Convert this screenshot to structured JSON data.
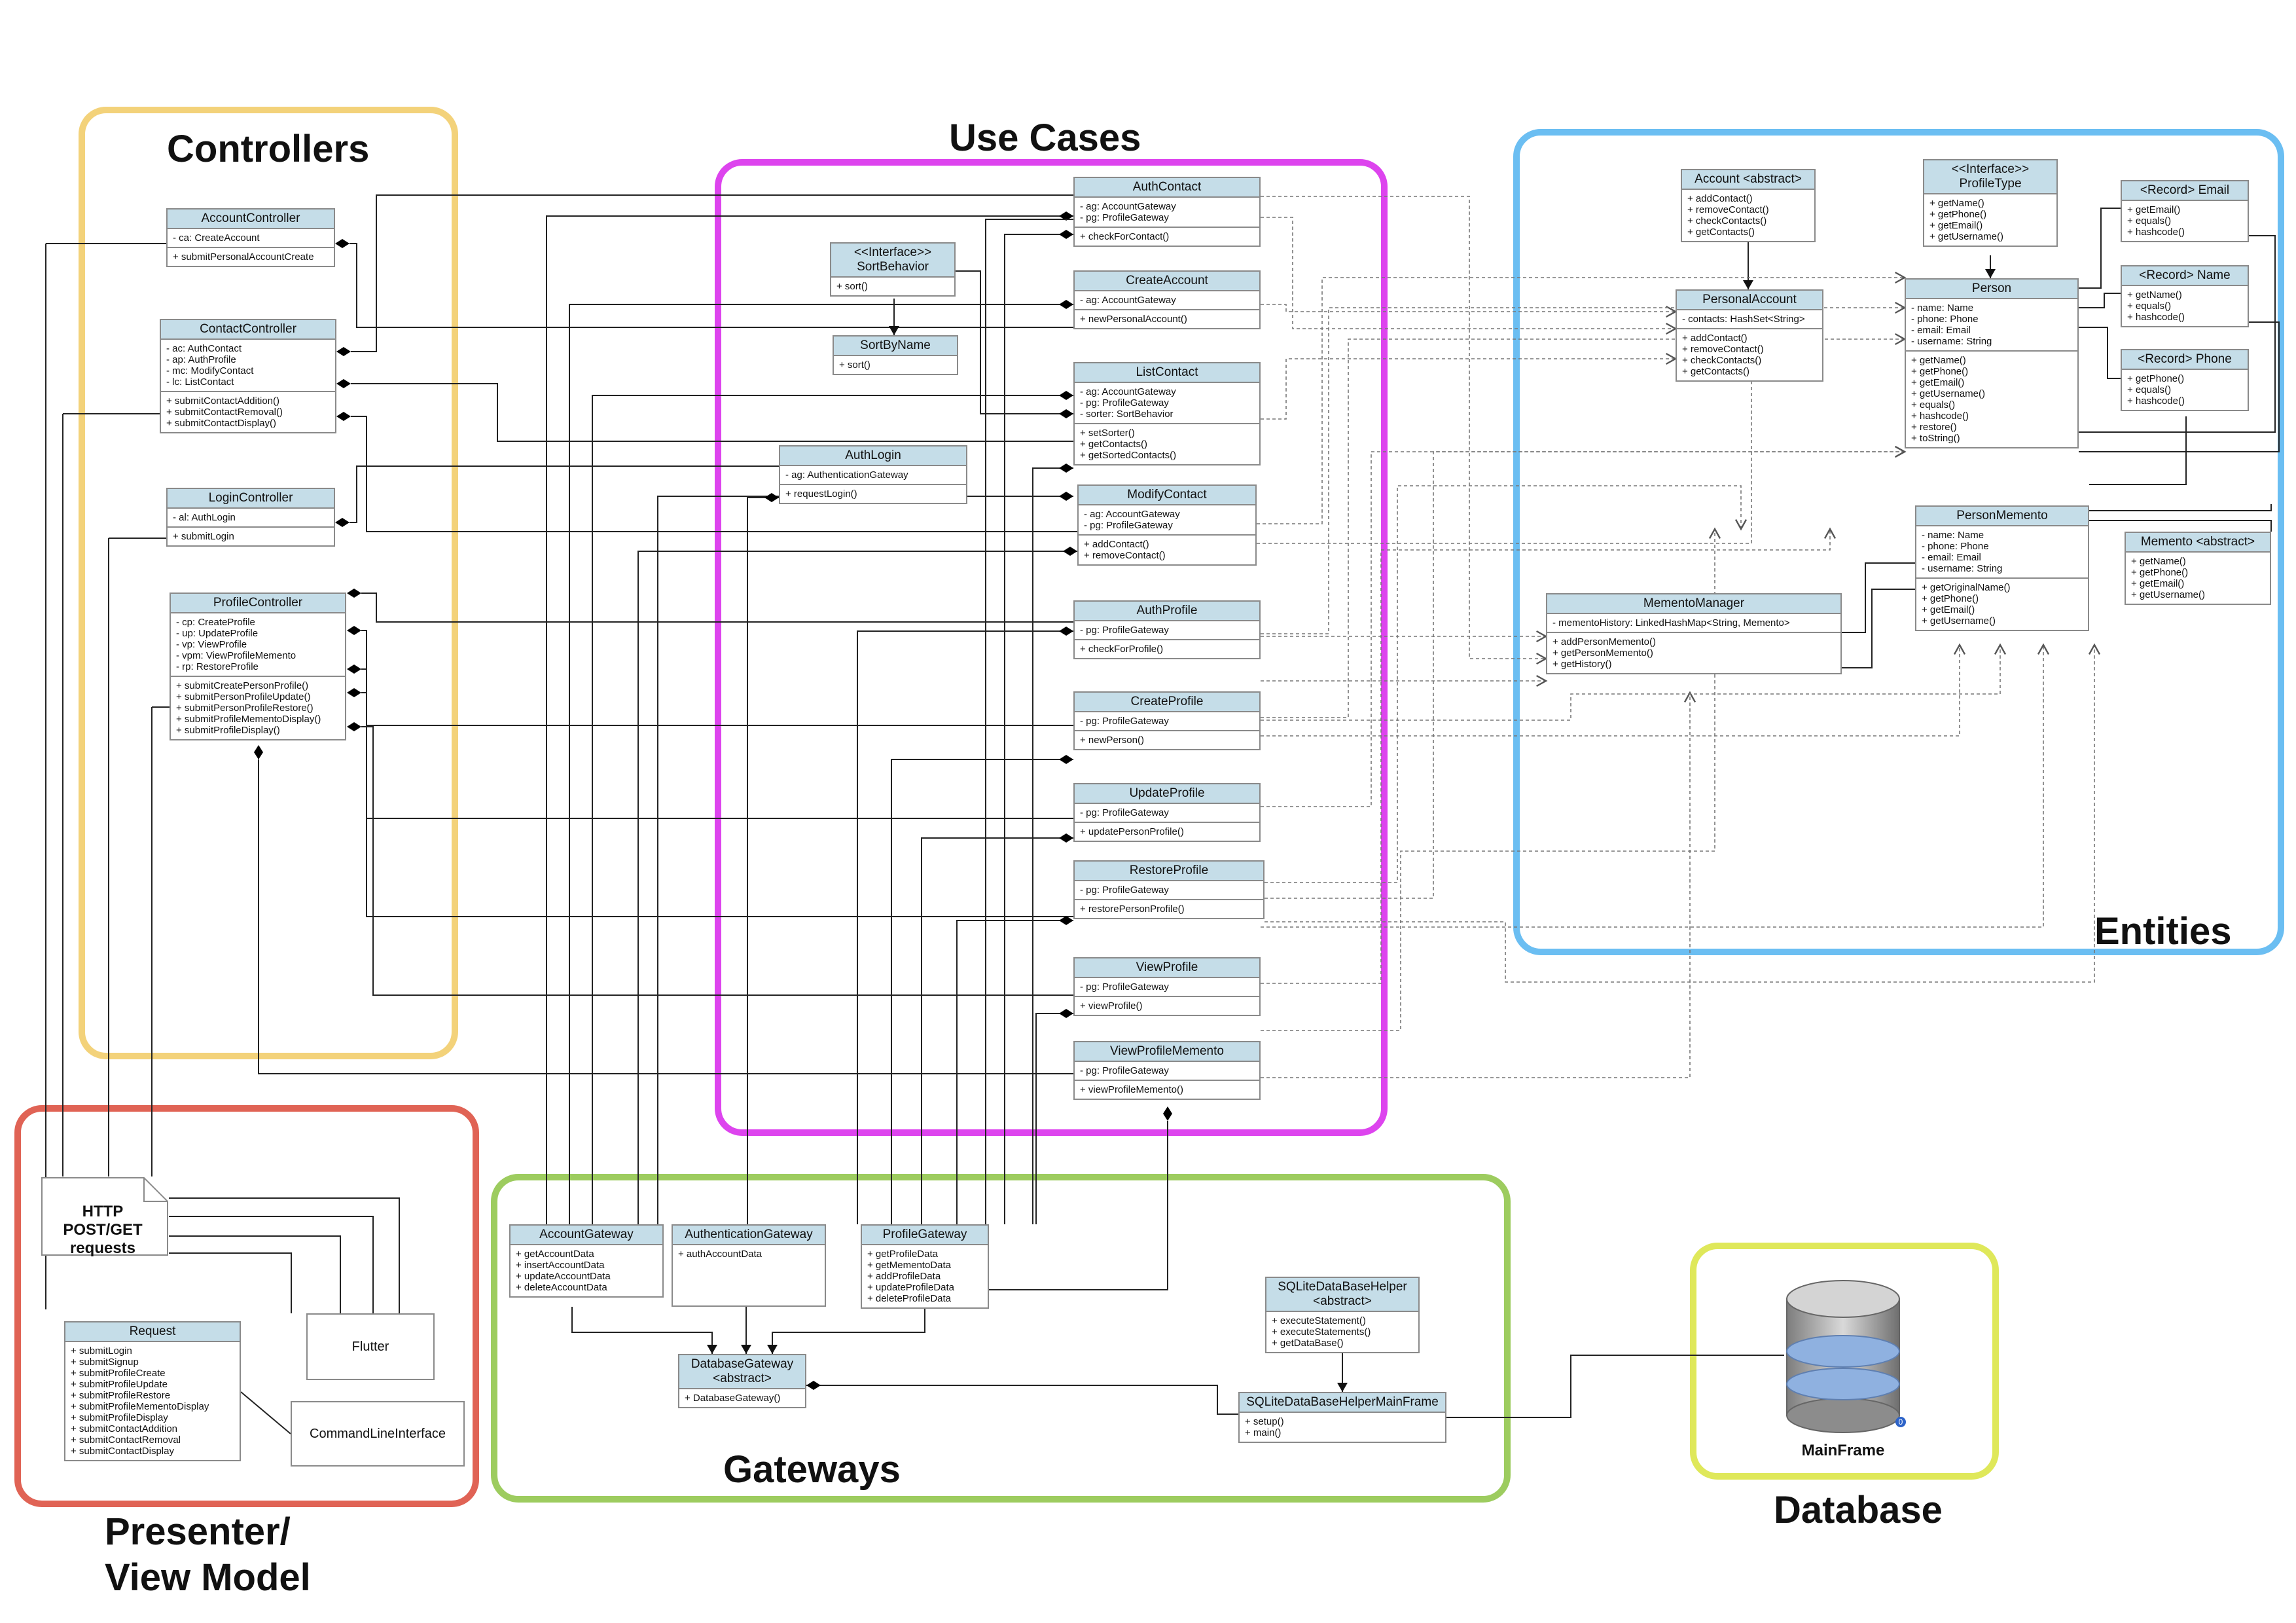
{
  "regions": {
    "controllers": {
      "title": "Controllers",
      "color": "#f3d27a"
    },
    "use_cases": {
      "title": "Use Cases",
      "color": "#dd44ee"
    },
    "entities": {
      "title": "Entities",
      "color": "#6bbef2"
    },
    "presenter": {
      "title_line1": "Presenter/",
      "title_line2": "View Model",
      "color": "#e06355"
    },
    "gateways": {
      "title": "Gateways",
      "color": "#9dcc5f"
    },
    "database": {
      "title": "Database",
      "color": "#dfe85a"
    }
  },
  "colors": {
    "class_header": "#c5dde8",
    "class_border": "#8a8a8a",
    "wire": "#222222",
    "db_band": "#8fb1e0"
  },
  "controllers": {
    "account": {
      "name": "AccountController",
      "attrs": [
        "- ca: CreateAccount"
      ],
      "methods": [
        "+ submitPersonalAccountCreate"
      ]
    },
    "contact": {
      "name": "ContactController",
      "attrs": [
        "- ac: AuthContact",
        "- ap: AuthProfile",
        "- mc: ModifyContact",
        "- lc: ListContact"
      ],
      "methods": [
        "+ submitContactAddition()",
        "+ submitContactRemoval()",
        "+ submitContactDisplay()"
      ]
    },
    "login": {
      "name": "LoginController",
      "attrs": [
        "- al: AuthLogin"
      ],
      "methods": [
        "+ submitLogin"
      ]
    },
    "profile": {
      "name": "ProfileController",
      "attrs": [
        "- cp: CreateProfile",
        "- up: UpdateProfile",
        "- vp: ViewProfile",
        "- vpm: ViewProfileMemento",
        "- rp: RestoreProfile"
      ],
      "methods": [
        "+ submitCreatePersonProfile()",
        "+ submitPersonProfileUpdate()",
        "+ submitPersonProfileRestore()",
        "+ submitProfileMementoDisplay()",
        "+ submitProfileDisplay()"
      ]
    }
  },
  "usecases": {
    "sortbehavior": {
      "stereo": "<<Interface>>",
      "name": "SortBehavior",
      "methods": [
        "+ sort()"
      ]
    },
    "sortbyname": {
      "name": "SortByName",
      "methods": [
        "+ sort()"
      ]
    },
    "authlogin": {
      "name": "AuthLogin",
      "attrs": [
        "- ag: AuthenticationGateway"
      ],
      "methods": [
        "+ requestLogin()"
      ]
    },
    "authcontact": {
      "name": "AuthContact",
      "attrs": [
        "- ag: AccountGateway",
        "- pg: ProfileGateway"
      ],
      "methods": [
        "+ checkForContact()"
      ]
    },
    "createaccount": {
      "name": "CreateAccount",
      "attrs": [
        "- ag: AccountGateway"
      ],
      "methods": [
        "+ newPersonalAccount()"
      ]
    },
    "listcontact": {
      "name": "ListContact",
      "attrs": [
        "- ag: AccountGateway",
        "- pg: ProfileGateway",
        "- sorter: SortBehavior"
      ],
      "methods": [
        "+ setSorter()",
        "+ getContacts()",
        "+ getSortedContacts()"
      ]
    },
    "modifycontact": {
      "name": "ModifyContact",
      "attrs": [
        "- ag: AccountGateway",
        "- pg: ProfileGateway"
      ],
      "methods": [
        "+ addContact()",
        "+ removeContact()"
      ]
    },
    "authprofile": {
      "name": "AuthProfile",
      "attrs": [
        "- pg: ProfileGateway"
      ],
      "methods": [
        "+ checkForProfile()"
      ]
    },
    "createprofile": {
      "name": "CreateProfile",
      "attrs": [
        "- pg: ProfileGateway"
      ],
      "methods": [
        "+ newPerson()"
      ]
    },
    "updateprofile": {
      "name": "UpdateProfile",
      "attrs": [
        "- pg: ProfileGateway"
      ],
      "methods": [
        "+ updatePersonProfile()"
      ]
    },
    "restoreprofile": {
      "name": "RestoreProfile",
      "attrs": [
        "- pg: ProfileGateway"
      ],
      "methods": [
        "+ restorePersonProfile()"
      ]
    },
    "viewprofile": {
      "name": "ViewProfile",
      "attrs": [
        "- pg: ProfileGateway"
      ],
      "methods": [
        "+ viewProfile()"
      ]
    },
    "viewprofilememento": {
      "name": "ViewProfileMemento",
      "attrs": [
        "- pg: ProfileGateway"
      ],
      "methods": [
        "+ viewProfileMemento()"
      ]
    }
  },
  "entities": {
    "account": {
      "name": "Account <abstract>",
      "methods": [
        "+ addContact()",
        "+ removeContact()",
        "+ checkContacts()",
        "+ getContacts()"
      ]
    },
    "profiletype": {
      "stereo": "<<Interface>>",
      "name": "ProfileType",
      "methods": [
        "+ getName()",
        "+ getPhone()",
        "+ getEmail()",
        "+ getUsername()"
      ]
    },
    "email": {
      "name": "<Record> Email",
      "methods": [
        "+ getEmail()",
        "+ equals()",
        "+ hashcode()"
      ]
    },
    "name": {
      "name": "<Record> Name",
      "methods": [
        "+ getName()",
        "+ equals()",
        "+ hashcode()"
      ]
    },
    "phone": {
      "name": "<Record> Phone",
      "methods": [
        "+ getPhone()",
        "+ equals()",
        "+ hashcode()"
      ]
    },
    "personalaccount": {
      "name": "PersonalAccount",
      "attrs": [
        "- contacts: HashSet<String>"
      ],
      "methods": [
        "+ addContact()",
        "+ removeContact()",
        "+ checkContacts()",
        "+ getContacts()"
      ]
    },
    "person": {
      "name": "Person",
      "attrs": [
        "- name: Name",
        "- phone: Phone",
        "- email: Email",
        "- username: String"
      ],
      "methods": [
        "+ getName()",
        "+ getPhone()",
        "+ getEmail()",
        "+ getUsername()",
        "+ equals()",
        "+ hashcode()",
        "+ restore()",
        "+ toString()"
      ]
    },
    "personmemento": {
      "name": "PersonMemento",
      "attrs": [
        "- name: Name",
        "- phone: Phone",
        "- email: Email",
        "- username: String"
      ],
      "methods": [
        "+ getOriginalName()",
        "+ getPhone()",
        "+ getEmail()",
        "+ getUsername()"
      ]
    },
    "memento": {
      "name": "Memento <abstract>",
      "methods": [
        "+ getName()",
        "+ getPhone()",
        "+ getEmail()",
        "+ getUsername()"
      ]
    },
    "mementomanager": {
      "name": "MementoManager",
      "attrs": [
        "- mementoHistory: LinkedHashMap<String, Memento>"
      ],
      "methods": [
        "+ addPersonMemento()",
        "+ getPersonMemento()",
        "+ getHistory()"
      ]
    }
  },
  "gateways": {
    "account": {
      "name": "AccountGateway",
      "methods": [
        "+ getAccountData",
        "+ insertAccountData",
        "+ updateAccountData",
        "+ deleteAccountData"
      ]
    },
    "auth": {
      "name": "AuthenticationGateway",
      "methods": [
        "+ authAccountData"
      ]
    },
    "profile": {
      "name": "ProfileGateway",
      "methods": [
        "+ getProfileData",
        "+ getMementoData",
        "+ addProfileData",
        "+ updateProfileData",
        "+ deleteProfileData"
      ]
    },
    "database": {
      "name_line1": "DatabaseGateway",
      "name_line2": "<abstract>",
      "methods": [
        "+ DatabaseGateway()"
      ]
    },
    "sqlitehelper": {
      "name_line1": "SQLiteDataBaseHelper",
      "name_line2": "<abstract>",
      "methods": [
        "+ executeStatement()",
        "+ executeStatements()",
        "+ getDataBase()"
      ]
    },
    "sqlitemain": {
      "name": "SQLiteDataBaseHelperMainFrame",
      "methods": [
        "+ setup()",
        "+ main()"
      ]
    }
  },
  "presenter": {
    "note": {
      "line1": "HTTP",
      "line2": "POST/GET",
      "line3": "requests"
    },
    "request": {
      "name": "Request",
      "methods": [
        "+ submitLogin",
        "+ submitSignup",
        "+ submitProfileCreate",
        "+ submitProfileUpdate",
        "+ submitProfileRestore",
        "+ submitProfileMementoDisplay",
        "+ submitProfileDisplay",
        "+ submitContactAddition",
        "+ submitContactRemoval",
        "+ submitContactDisplay"
      ]
    },
    "flutter": {
      "name": "Flutter"
    },
    "cli": {
      "name": "CommandLineInterface"
    }
  },
  "database": {
    "label": "MainFrame",
    "badge": "0"
  }
}
